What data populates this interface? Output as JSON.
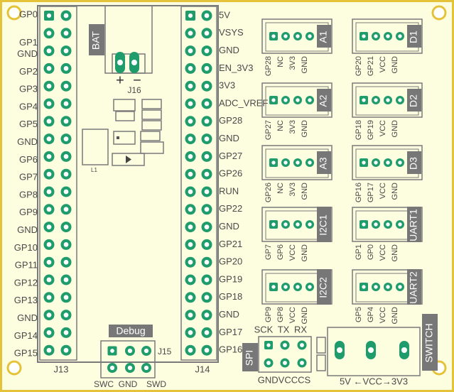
{
  "colors": {
    "board": "#fdfde0",
    "edge": "#e4c33a",
    "outline": "#7a7a7a",
    "pad": "#1f9c6c",
    "hole": "#ffffff",
    "label_text": "#4a4a4a",
    "tag_bg": "#777777",
    "tag_text": "#ffffff"
  },
  "left_header": {
    "name": "J13",
    "pins": [
      "GP0",
      "GP1",
      "GND",
      "GP2",
      "GP3",
      "GP4",
      "GP5",
      "GND",
      "GP6",
      "GP7",
      "GP8",
      "GP9",
      "GND",
      "GP10",
      "GP11",
      "GP12",
      "GP13",
      "GND",
      "GP14",
      "GP15"
    ]
  },
  "right_header": {
    "name": "J14",
    "pins": [
      "5V",
      "VSYS",
      "GND",
      "EN_3V3",
      "3V3",
      "ADC_VREF",
      "GP28",
      "GND",
      "GP27",
      "GP26",
      "RUN",
      "GP22",
      "GND",
      "GP21",
      "GP20",
      "GP19",
      "GP18",
      "GND",
      "GP17",
      "GP16"
    ]
  },
  "battery": {
    "tag": "BAT",
    "ref": "J16",
    "plus": "+",
    "minus": "−"
  },
  "inductor_ref": "L1",
  "debug": {
    "tag": "Debug",
    "ref": "J15",
    "top_labels": "",
    "bottom_labels": [
      "SWC",
      "GND",
      "SWD"
    ]
  },
  "connectors": [
    {
      "tag": "A1",
      "pins": [
        "GP28",
        "NC",
        "3V3",
        "GND"
      ]
    },
    {
      "tag": "D1",
      "pins": [
        "GP20",
        "GP21",
        "VCC",
        "GND"
      ]
    },
    {
      "tag": "A2",
      "pins": [
        "GP27",
        "NC",
        "3V3",
        "GND"
      ]
    },
    {
      "tag": "D2",
      "pins": [
        "GP18",
        "GP19",
        "VCC",
        "GND"
      ]
    },
    {
      "tag": "A3",
      "pins": [
        "GP26",
        "NC",
        "3V3",
        "GND"
      ]
    },
    {
      "tag": "D3",
      "pins": [
        "GP16",
        "GP17",
        "VCC",
        "GND"
      ]
    },
    {
      "tag": "I2C1",
      "pins": [
        "GP7",
        "GP6",
        "VCC",
        "GND"
      ]
    },
    {
      "tag": "UART1",
      "pins": [
        "GP1",
        "GP0",
        "VCC",
        "GND"
      ]
    },
    {
      "tag": "I2C2",
      "pins": [
        "GP9",
        "GP8",
        "VCC",
        "GND"
      ]
    },
    {
      "tag": "UART2",
      "pins": [
        "GP5",
        "GP4",
        "VCC",
        "GND"
      ]
    }
  ],
  "spi": {
    "tag": "SPI",
    "top_labels": [
      "SCK",
      "TX",
      "RX"
    ],
    "bottom_label": "GNDVCCCS"
  },
  "switch": {
    "tag": "SWITCH",
    "label": "5V ←VCC→3V3"
  }
}
